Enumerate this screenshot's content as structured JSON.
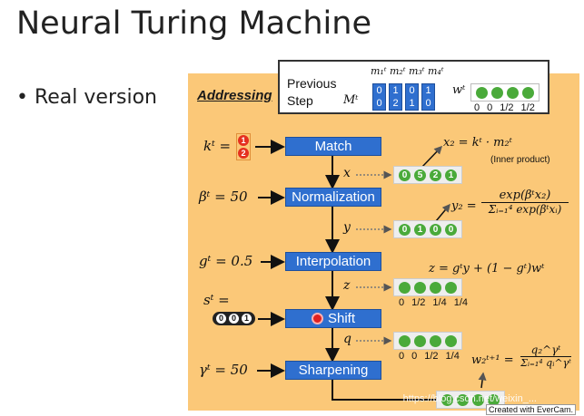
{
  "title": "Neural Turing Machine",
  "bullet": "• Real version",
  "addressing_label": "Addressing",
  "previous": {
    "line1": "Previous",
    "line2": "Step",
    "M_label": "Mᵗ",
    "mem_headers": [
      "m₁ᵗ",
      "m₂ᵗ",
      "m₃ᵗ",
      "m₄ᵗ"
    ],
    "memory": [
      [
        "0",
        "0"
      ],
      [
        "1",
        "2"
      ],
      [
        "0",
        "1"
      ],
      [
        "1",
        "0"
      ]
    ],
    "w_label": "wᵗ",
    "w_ticks": [
      "0",
      "0",
      "1/2",
      "1/2"
    ]
  },
  "inputs": {
    "k": "kᵗ =",
    "k_values": [
      "1",
      "2"
    ],
    "beta": "βᵗ = 50",
    "g": "gᵗ = 0.5",
    "s_line1": "sᵗ =",
    "s_values": [
      "0",
      "0",
      "1"
    ],
    "gamma": "γᵗ = 50"
  },
  "steps": {
    "match": "Match",
    "normalization": "Normalization",
    "interpolation": "Interpolation",
    "shift": "Shift",
    "sharpening": "Sharpening"
  },
  "vars": {
    "x": "x",
    "y": "y",
    "z": "z",
    "q": "q"
  },
  "vectors": {
    "x_values": [
      "0",
      "5",
      "2",
      "1"
    ],
    "y_values": [
      "0",
      "1",
      "0",
      "0"
    ],
    "z_ticks": [
      "0",
      "1/2",
      "1/4",
      "1/4"
    ],
    "q_ticks": [
      "0",
      "0",
      "1/2",
      "1/4"
    ]
  },
  "formulas": {
    "x2": "x₂ = kᵗ · m₂ᵗ",
    "inner": "(Inner product)",
    "y2_lhs": "y₂ =",
    "y2_num": "exp(βᵗx₂)",
    "y2_den": "Σᵢ₌₁⁴ exp(βᵗxᵢ)",
    "z": "z = gᵗy + (1 − gᵗ)wᵗ",
    "w_lhs": "w₂ᵗ⁺¹ =",
    "w_num": "q₂^γᵗ",
    "w_den": "Σᵢ₌₁⁴ qᵢ^γᵗ"
  },
  "watermark": "https://blog.csdn.net/weixin_...",
  "evercam": "Created with EverCam."
}
